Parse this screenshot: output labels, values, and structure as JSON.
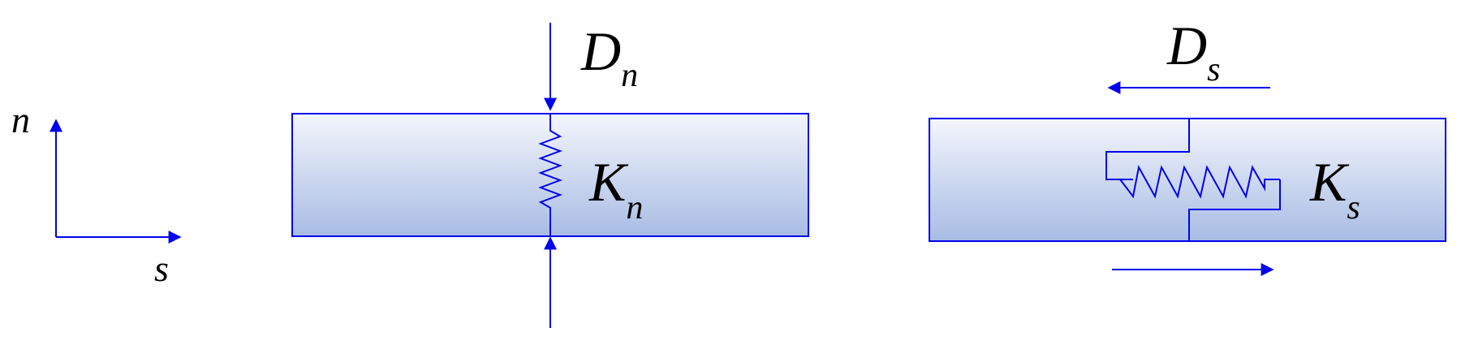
{
  "axes": {
    "vertical_label": "n",
    "horizontal_label": "s"
  },
  "normal_joint": {
    "displacement_symbol": "D",
    "displacement_subscript": "n",
    "stiffness_symbol": "K",
    "stiffness_subscript": "n"
  },
  "shear_joint": {
    "displacement_symbol": "D",
    "displacement_subscript": "s",
    "stiffness_symbol": "K",
    "stiffness_subscript": "s"
  },
  "colors": {
    "line": "#0000ee",
    "block_top": "#f4f6fc",
    "block_bottom": "#a8bce4",
    "text": "#000000"
  }
}
